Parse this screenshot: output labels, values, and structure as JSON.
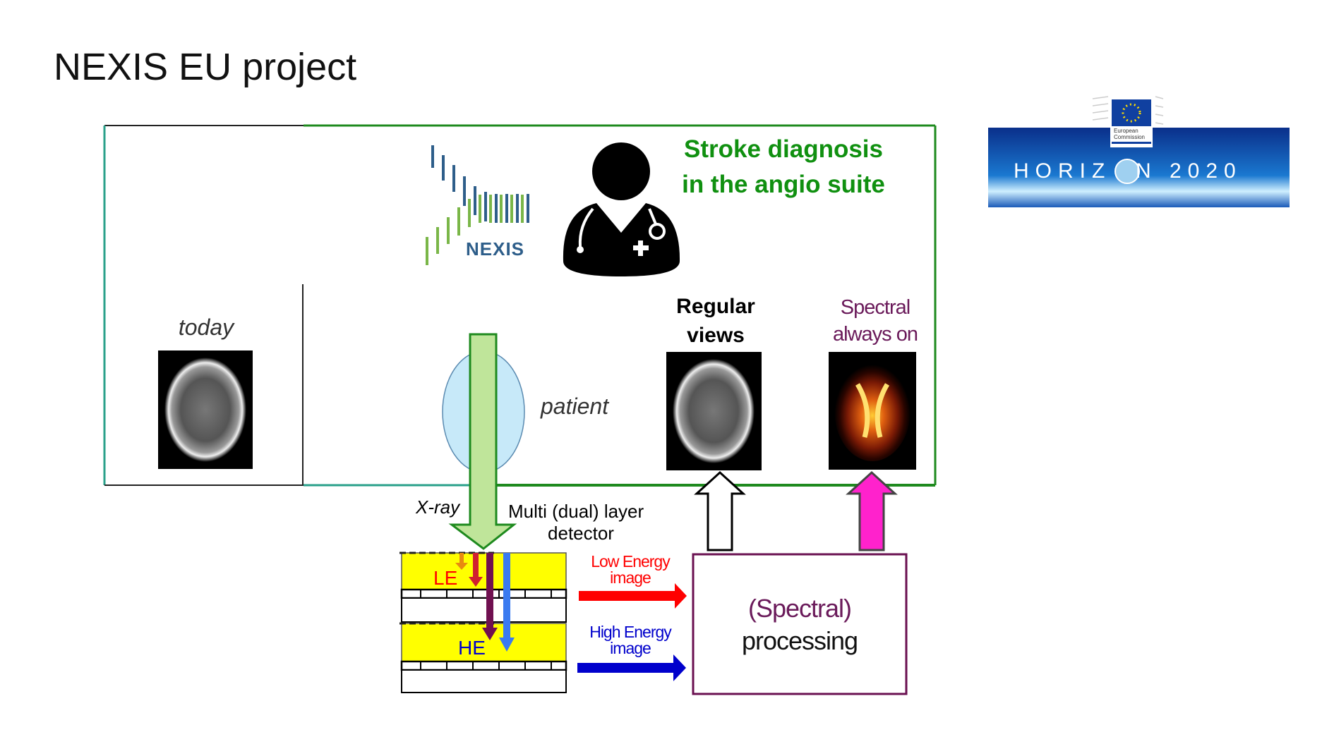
{
  "slide": {
    "title": "NEXIS EU project"
  },
  "logo": {
    "nexis_text": "NEXIS",
    "horizon_text": "HORIZ  N 2020",
    "ec_label_line1": "European",
    "ec_label_line2": "Commission"
  },
  "headline": {
    "line1": "Stroke diagnosis",
    "line2": "in the angio suite"
  },
  "labels": {
    "today": "today",
    "patient": "patient",
    "regular_line1": "Regular",
    "regular_line2": "views",
    "spectral_line1": "Spectral",
    "spectral_line2": "always on",
    "xray": "X-ray",
    "detector_line1": "Multi (dual) layer",
    "detector_line2": "detector",
    "le": "LE",
    "he": "HE",
    "low_line1": "Low Energy",
    "low_line2": "image",
    "high_line1": "High Energy",
    "high_line2": "image",
    "proc_line1": "(Spectral)",
    "proc_line2": "processing"
  },
  "colors": {
    "headline_green": "#109010",
    "box_green": "#1e8a1e",
    "spectral_purple": "#6a1a5a",
    "low_energy_red": "#ff0000",
    "high_energy_blue": "#0000cc",
    "magenta_arrow": "#ff22cc",
    "detector_yellow": "#ffff00"
  }
}
